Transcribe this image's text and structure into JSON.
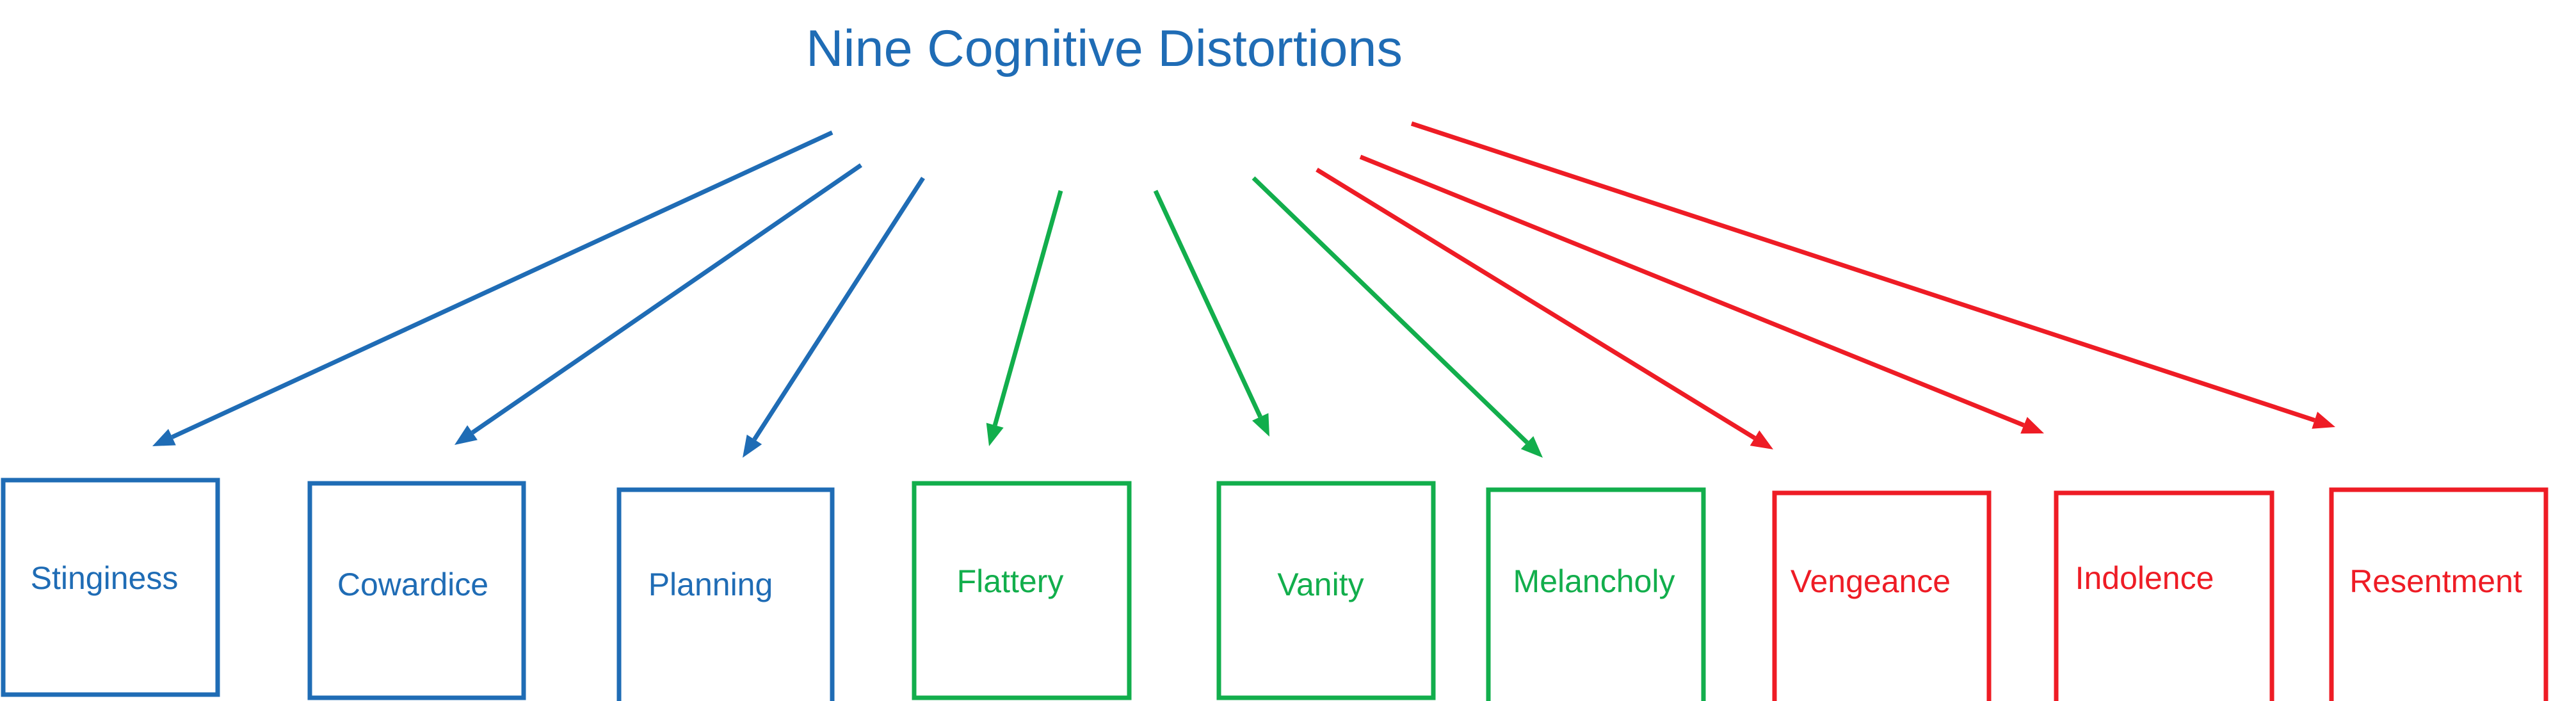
{
  "title": "Nine Cognitive Distortions",
  "colors": {
    "blue": "#1F6CB5",
    "green": "#12AE4C",
    "red": "#EE1C25"
  },
  "items": [
    {
      "label": "Stinginess",
      "color": "blue"
    },
    {
      "label": "Cowardice",
      "color": "blue"
    },
    {
      "label": "Planning",
      "color": "blue"
    },
    {
      "label": "Flattery",
      "color": "green"
    },
    {
      "label": "Vanity",
      "color": "green"
    },
    {
      "label": "Melancholy",
      "color": "green"
    },
    {
      "label": "Vengeance",
      "color": "red"
    },
    {
      "label": "Indolence",
      "color": "red"
    },
    {
      "label": "Resentment",
      "color": "red"
    }
  ]
}
